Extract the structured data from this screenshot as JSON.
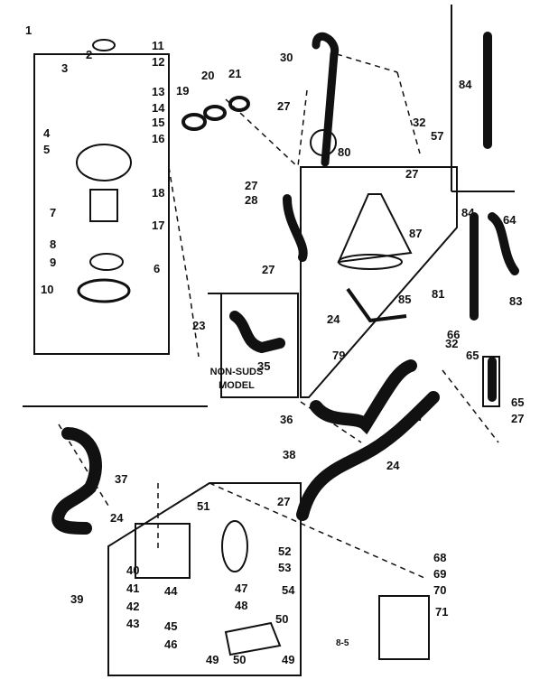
{
  "diagram": {
    "model_box_label": [
      "NON-SUDS",
      "MODEL"
    ],
    "footer_code": "8-5",
    "part_numbers": {
      "p1": "1",
      "p2": "2",
      "p3": "3",
      "p4": "4",
      "p5": "5",
      "p6": "6",
      "p7": "7",
      "p8": "8",
      "p9": "9",
      "p10": "10",
      "p11": "11",
      "p12": "12",
      "p13": "13",
      "p14": "14",
      "p15": "15",
      "p16": "16",
      "p17": "17",
      "p18": "18",
      "p19": "19",
      "p20": "20",
      "p21": "21",
      "p23": "23",
      "p24": "24",
      "p27": "27",
      "p28": "28",
      "p30": "30",
      "p32": "32",
      "p35": "35",
      "p36": "36",
      "p37": "37",
      "p38": "38",
      "p39": "39",
      "p40": "40",
      "p41": "41",
      "p42": "42",
      "p43": "43",
      "p44": "44",
      "p45": "45",
      "p46": "46",
      "p47": "47",
      "p48": "48",
      "p49": "49",
      "p50": "50",
      "p51": "51",
      "p52": "52",
      "p53": "53",
      "p54": "54",
      "p57": "57",
      "p64": "64",
      "p65": "65",
      "p66": "66",
      "p68": "68",
      "p69": "69",
      "p70": "70",
      "p71": "71",
      "p79": "79",
      "p80": "80",
      "p81": "81",
      "p83": "83",
      "p84": "84",
      "p85": "85",
      "p87": "87"
    }
  },
  "colors": {
    "ink": "#111111",
    "paper": "#ffffff"
  }
}
